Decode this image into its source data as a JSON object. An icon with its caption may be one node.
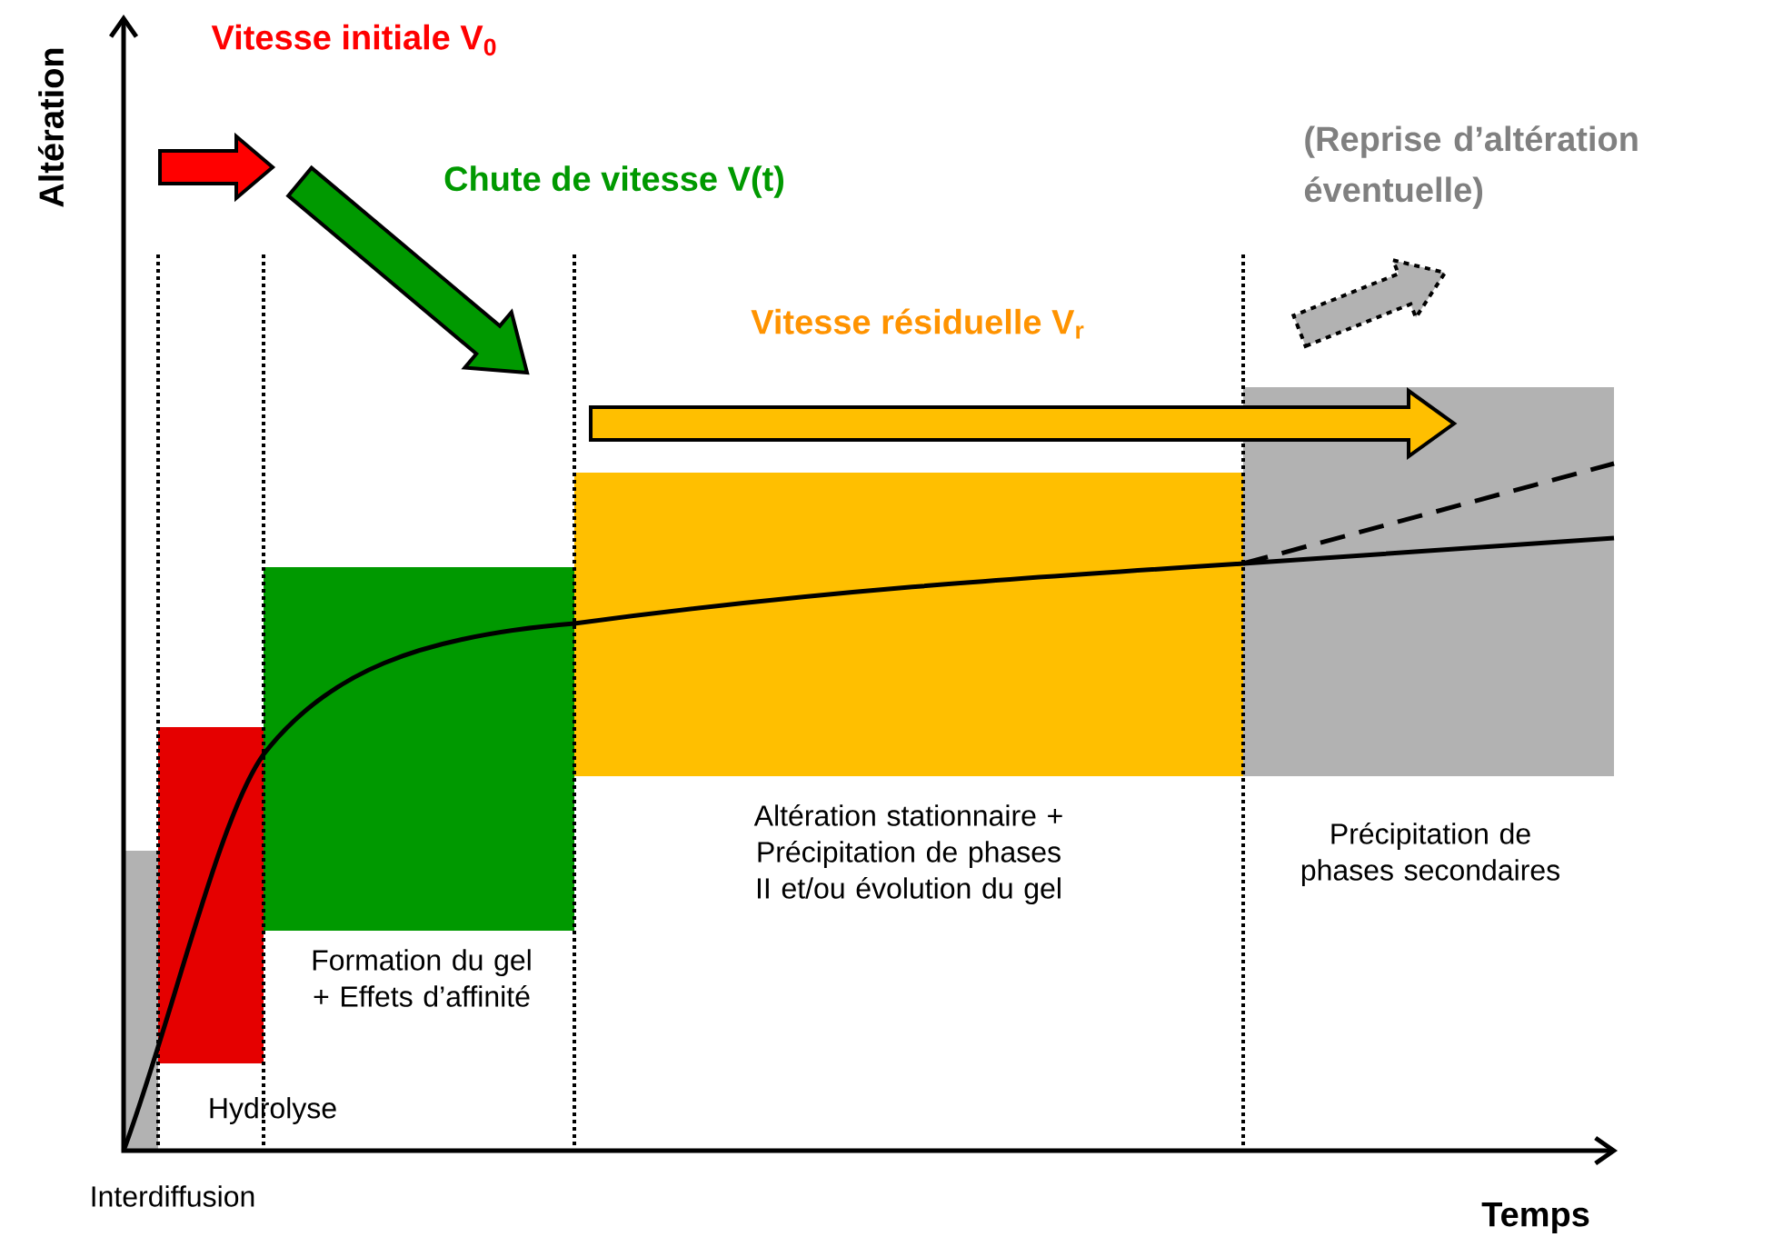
{
  "diagram": {
    "nodes": [
      {
        "text": [
          "Interdiffusion"
        ]
      },
      {
        "text": [
          "Hydrolyse"
        ]
      },
      {
        "text": [
          "Formation du gel + Effets d’affinité"
        ]
      },
      {
        "text": [
          "Altération stationnaire + Précipitation de phases II et/ou évolution du gel"
        ]
      },
      {
        "text": [
          "Précipitation de phases secondaires"
        ]
      }
    ],
    "edges": [],
    "labels": [
      "Vitesse initiale V$_{0}$",
      "Chute de vitesse V(t)",
      "Vitesse résiduelle V$_{r}$",
      "(Reprise d’altération éventuelle)",
      "Altération",
      "Temps"
    ]
  }
}
